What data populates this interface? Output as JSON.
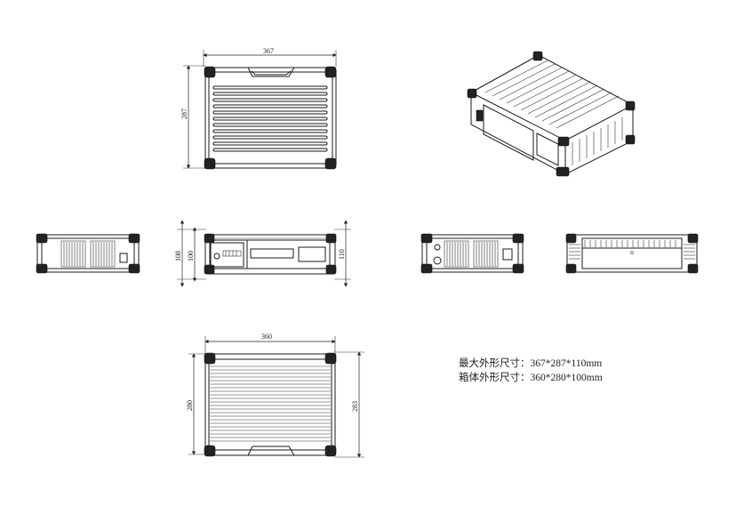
{
  "dimensions": {
    "top_view_width": "367",
    "top_view_depth": "287",
    "front_height_inner": "100",
    "front_height_mid": "108",
    "front_height_outer": "110",
    "bottom_view_width": "360",
    "bottom_view_depth_inner": "280",
    "bottom_view_depth_outer": "283"
  },
  "specs": {
    "max_size": "最大外形尺寸：367*287*110mm",
    "box_size": "箱体外形尺寸：360*280*100mm"
  },
  "colors": {
    "line": "#1a1a1a",
    "background": "#ffffff"
  }
}
